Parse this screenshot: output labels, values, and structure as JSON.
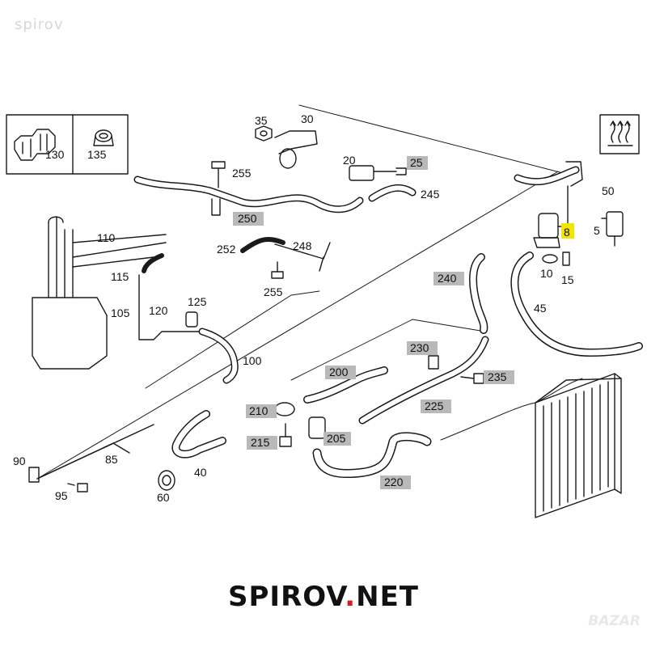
{
  "watermark": "spirov",
  "brand": {
    "name": "SPIROV",
    "dot": ".",
    "tld": "NET"
  },
  "corner_watermark": "BAZAR",
  "colors": {
    "highlight_gray": "#b9b9b9",
    "highlight_yellow": "#f2e600",
    "line": "#1a1a1a"
  },
  "legend": {
    "left_box_label": "130",
    "right_box_label": "135",
    "symbol_icon": "heater-symbol-icon"
  },
  "labels": {
    "l35": "35",
    "l30": "30",
    "l20": "20",
    "l25": "25",
    "l245": "245",
    "l255a": "255",
    "l250": "250",
    "l252": "252",
    "l248": "248",
    "l255b": "255",
    "l50": "50",
    "l8": "8",
    "l5": "5",
    "l10": "10",
    "l15": "15",
    "l240": "240",
    "l45": "45",
    "l110": "110",
    "l115": "115",
    "l105": "105",
    "l120": "120",
    "l125": "125",
    "l100": "100",
    "l230": "230",
    "l200": "200",
    "l235": "235",
    "l225": "225",
    "l210": "210",
    "l215": "215",
    "l205": "205",
    "l220": "220",
    "l90": "90",
    "l85": "85",
    "l40": "40",
    "l95": "95",
    "l60": "60"
  }
}
